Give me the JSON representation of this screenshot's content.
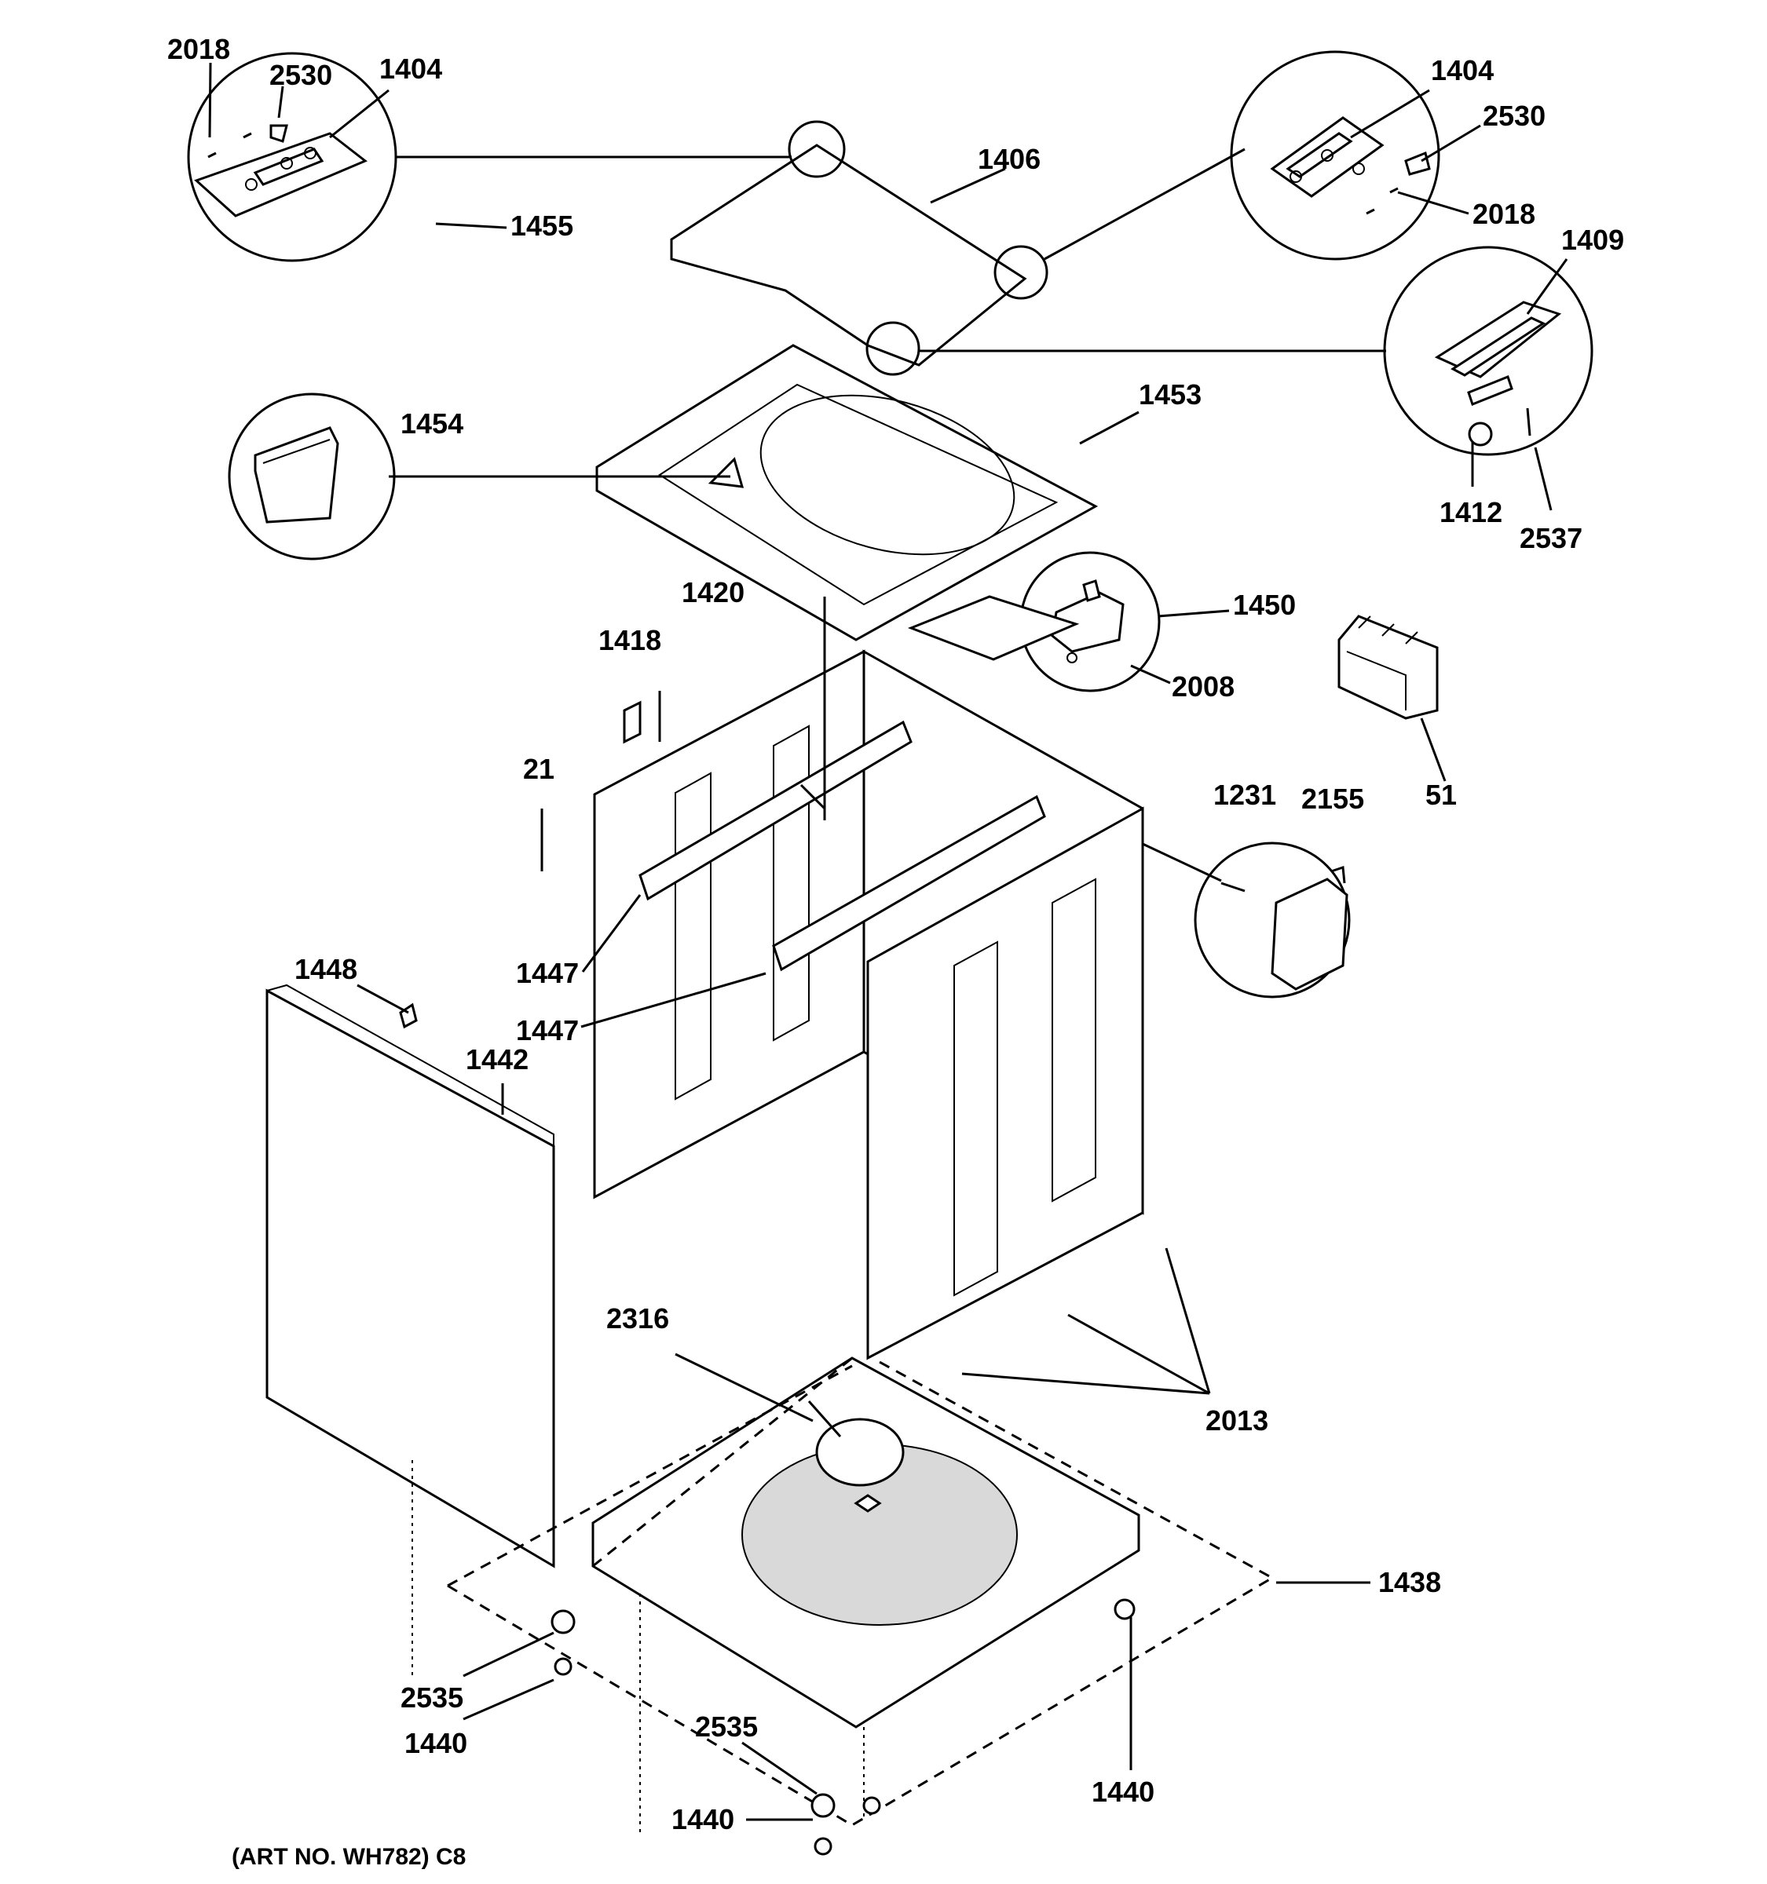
{
  "labels": {
    "l2018_tl": "2018",
    "l2530_tl": "2530",
    "l1404_tl": "1404",
    "l1406": "1406",
    "l1455": "1455",
    "l1404_tr": "1404",
    "l2530_tr": "2530",
    "l2018_tr": "2018",
    "l1409": "1409",
    "l1453": "1453",
    "l1454": "1454",
    "l1412": "1412",
    "l2537": "2537",
    "l1420": "1420",
    "l1450": "1450",
    "l2008": "2008",
    "l1418": "1418",
    "l51": "51",
    "l21": "21",
    "l1231": "1231",
    "l2155": "2155",
    "l1447_a": "1447",
    "l1447_b": "1447",
    "l1448": "1448",
    "l1442": "1442",
    "l2316": "2316",
    "l2013": "2013",
    "l1438": "1438",
    "l2535_a": "2535",
    "l1440_a": "1440",
    "l2535_b": "2535",
    "l1440_b": "1440",
    "l1440_c": "1440"
  },
  "caption": "(ART NO. WH782) C8"
}
